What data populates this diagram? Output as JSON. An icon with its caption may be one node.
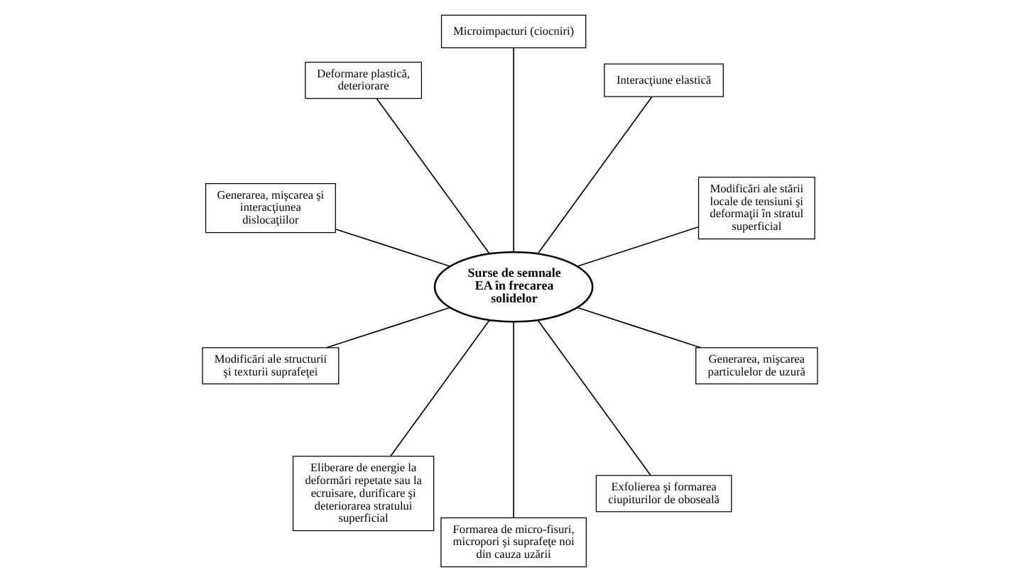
{
  "diagram": {
    "nodes": [
      {
        "text": [
          "Modificări ale stării locale de tensiuni şi deformaţii în stratul superficial"
        ]
      },
      {
        "text": [
          "Interacţiune elastică"
        ]
      },
      {
        "text": [
          "Microimpacturi (ciocniri)"
        ]
      },
      {
        "text": [
          "Deformare plastică, deteriorare"
        ]
      },
      {
        "text": [
          "Surse de semnale EA în frecarea solidelor"
        ]
      },
      {
        "text": [
          "Generarea, mişcarea şi interacţiunea dislocaţiilor"
        ]
      },
      {
        "text": [
          "Modificări ale structurii şi texturii suprafeţei"
        ]
      },
      {
        "text": [
          "Eliberare de energie la deformări repetate sau la ecruisare, durificare şi deteriorarea stratului superficial"
        ]
      },
      {
        "text": [
          "Formarea de micro-fisuri, micropori şi suprafeţe noi din cauza uzării"
        ]
      },
      {
        "text": [
          "Exfolierea şi formarea ciupiturilor de oboseală"
        ]
      },
      {
        "text": [
          "Generarea, mişcarea particulelor de uzură"
        ]
      }
    ],
    "edges": [
      {
        "from": 4,
        "to": 0,
        "arrow": "none"
      },
      {
        "from": 4,
        "to": 1,
        "arrow": "none"
      },
      {
        "from": 4,
        "to": 2,
        "arrow": "none"
      },
      {
        "from": 4,
        "to": 3,
        "arrow": "none"
      },
      {
        "from": 4,
        "to": 5,
        "arrow": "none"
      },
      {
        "from": 4,
        "to": 6,
        "arrow": "none"
      },
      {
        "from": 4,
        "to": 7,
        "arrow": "none"
      },
      {
        "from": 4,
        "to": 8,
        "arrow": "none"
      },
      {
        "from": 4,
        "to": 9,
        "arrow": "none"
      },
      {
        "from": 4,
        "to": 10,
        "arrow": "none"
      }
    ]
  }
}
